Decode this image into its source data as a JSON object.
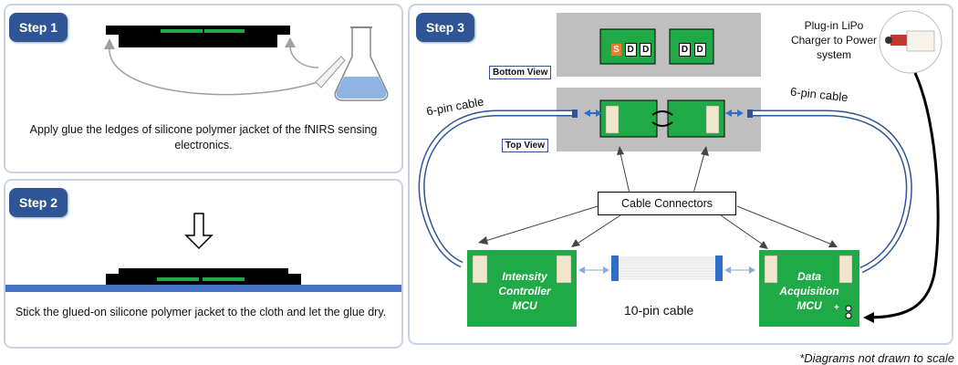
{
  "step1": {
    "label": "Step 1",
    "caption": "Apply glue the ledges of silicone polymer jacket of the fNIRS sensing electronics."
  },
  "step2": {
    "label": "Step 2",
    "caption": "Stick the glued-on silicone polymer jacket to the cloth and let the glue dry."
  },
  "step3": {
    "label": "Step 3",
    "bottom_view": "Bottom View",
    "top_view": "Top View",
    "sd_labels": [
      "S",
      "D",
      "D"
    ],
    "dd_labels": [
      "D",
      "D"
    ],
    "cable_left": "6-pin cable",
    "cable_right": "6-pin cable",
    "cable_connectors": "Cable Connectors",
    "charger": "Plug-in LiPo Charger to Power system",
    "mcu_left": "Intensity Controller MCU",
    "mcu_right": "Data Acquisition MCU",
    "ten_pin": "10-pin cable",
    "mcu_right_sign": "+",
    "colors": {
      "board_green": "#1faa47",
      "cable_blue": "#2f5597",
      "accent_orange": "#ed7d31"
    }
  },
  "footnote": "*Diagrams not drawn to scale"
}
